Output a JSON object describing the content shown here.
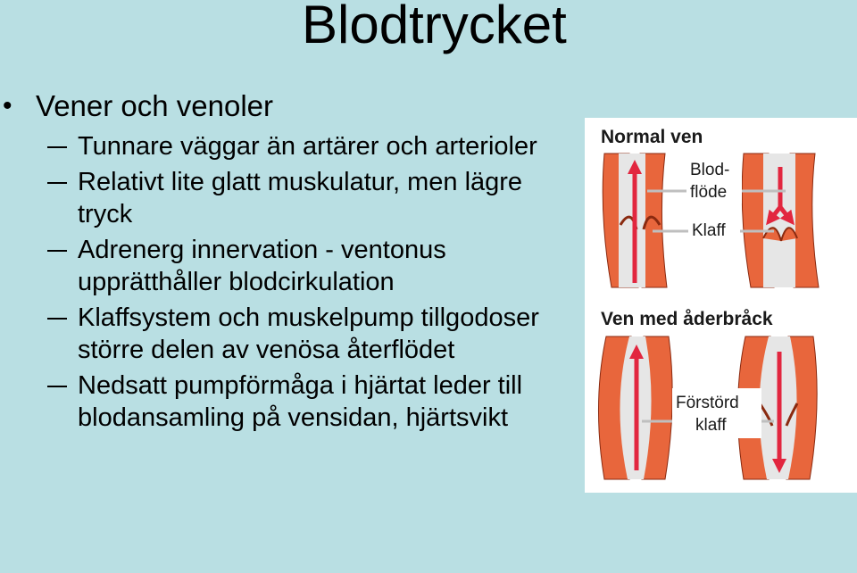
{
  "slide": {
    "title": "Blodtrycket",
    "bullet": "Vener och venoler",
    "subbullets": [
      "Tunnare väggar än artärer och arterioler",
      "Relativt lite glatt muskulatur, men lägre tryck",
      "Adrenerg innervation - ventonus upprätthåller blodcirkulation",
      "Klaffsystem och muskelpump tillgodoser större delen av venösa återflödet",
      "Nedsatt pumpförmåga i hjärtat leder till blodansamling på vensidan, hjärtsvikt"
    ]
  },
  "figure": {
    "header_normal": "Normal ven",
    "header_varicose": "Ven med åderbråck",
    "label_flow_1": "Blod-",
    "label_flow_2": "flöde",
    "label_valve": "Klaff",
    "label_broken_1": "Förstörd",
    "label_broken_2": "klaff",
    "colors": {
      "wall": "#e8663c",
      "lumen": "#e6e6e6",
      "arrow": "#e2263f"
    }
  }
}
